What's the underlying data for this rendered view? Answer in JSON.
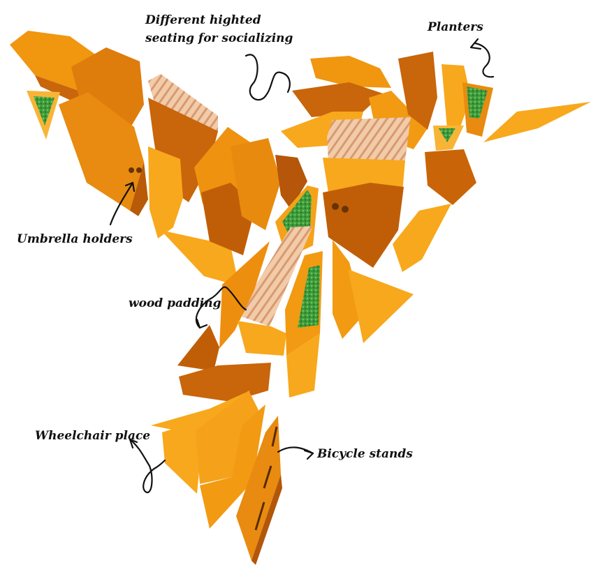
{
  "labels": {
    "seating_line1": "Different highted",
    "seating_line2": "seating for socializing",
    "planters": "Planters",
    "umbrella": "Umbrella holders",
    "wood": "wood padding",
    "wheelchair": "Wheelchair place",
    "bicycle": "Bicycle stands"
  },
  "colors": {
    "orange_light": "#F8A81C",
    "orange_mid": "#EE8E0E",
    "orange_dark": "#C9650A",
    "orange_deep": "#B2560A",
    "wood": "#F2CBA8",
    "wood_line": "#D79A72",
    "planter_green": "#3D9A3A",
    "ink": "#111111"
  }
}
